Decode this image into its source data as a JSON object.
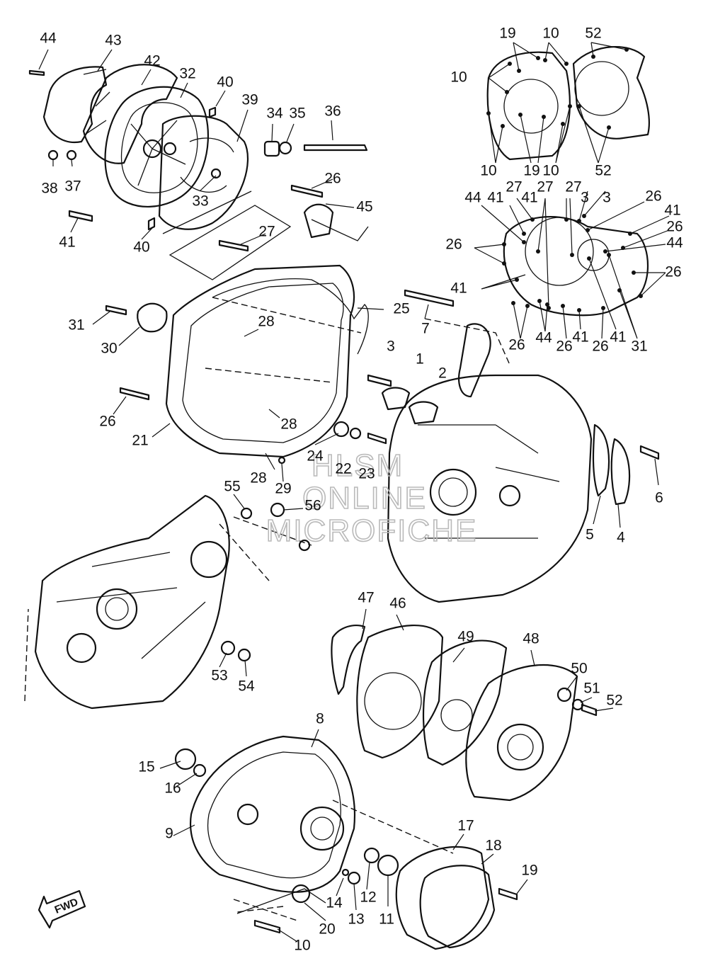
{
  "watermark": {
    "line1": "HLSM",
    "line2": "ONLINE",
    "line3": "MICROFICHE"
  },
  "direction_badge": {
    "label": "FWD"
  },
  "callouts": [
    {
      "n": "44"
    },
    {
      "n": "43"
    },
    {
      "n": "42"
    },
    {
      "n": "32"
    },
    {
      "n": "40"
    },
    {
      "n": "39"
    },
    {
      "n": "34"
    },
    {
      "n": "35"
    },
    {
      "n": "36"
    },
    {
      "n": "38"
    },
    {
      "n": "37"
    },
    {
      "n": "33"
    },
    {
      "n": "41"
    },
    {
      "n": "40"
    },
    {
      "n": "26"
    },
    {
      "n": "45"
    },
    {
      "n": "27"
    },
    {
      "n": "31"
    },
    {
      "n": "30"
    },
    {
      "n": "28"
    },
    {
      "n": "25"
    },
    {
      "n": "7"
    },
    {
      "n": "26"
    },
    {
      "n": "21"
    },
    {
      "n": "28"
    },
    {
      "n": "28"
    },
    {
      "n": "29"
    },
    {
      "n": "24"
    },
    {
      "n": "22"
    },
    {
      "n": "23"
    },
    {
      "n": "3"
    },
    {
      "n": "1"
    },
    {
      "n": "2"
    },
    {
      "n": "6"
    },
    {
      "n": "5"
    },
    {
      "n": "4"
    },
    {
      "n": "55"
    },
    {
      "n": "56"
    },
    {
      "n": "47"
    },
    {
      "n": "46"
    },
    {
      "n": "49"
    },
    {
      "n": "48"
    },
    {
      "n": "50"
    },
    {
      "n": "51"
    },
    {
      "n": "52"
    },
    {
      "n": "53"
    },
    {
      "n": "54"
    },
    {
      "n": "8"
    },
    {
      "n": "15"
    },
    {
      "n": "16"
    },
    {
      "n": "9"
    },
    {
      "n": "17"
    },
    {
      "n": "18"
    },
    {
      "n": "19"
    },
    {
      "n": "14"
    },
    {
      "n": "12"
    },
    {
      "n": "13"
    },
    {
      "n": "11"
    },
    {
      "n": "20"
    },
    {
      "n": "10"
    },
    {
      "n": "19"
    },
    {
      "n": "10"
    },
    {
      "n": "52"
    },
    {
      "n": "10"
    },
    {
      "n": "10"
    },
    {
      "n": "19"
    },
    {
      "n": "10"
    },
    {
      "n": "52"
    },
    {
      "n": "44"
    },
    {
      "n": "41"
    },
    {
      "n": "27"
    },
    {
      "n": "27"
    },
    {
      "n": "41"
    },
    {
      "n": "27"
    },
    {
      "n": "3"
    },
    {
      "n": "3"
    },
    {
      "n": "26"
    },
    {
      "n": "41"
    },
    {
      "n": "26"
    },
    {
      "n": "26"
    },
    {
      "n": "44"
    },
    {
      "n": "26"
    },
    {
      "n": "41"
    },
    {
      "n": "26"
    },
    {
      "n": "44"
    },
    {
      "n": "26"
    },
    {
      "n": "41"
    },
    {
      "n": "26"
    },
    {
      "n": "41"
    },
    {
      "n": "31"
    }
  ]
}
